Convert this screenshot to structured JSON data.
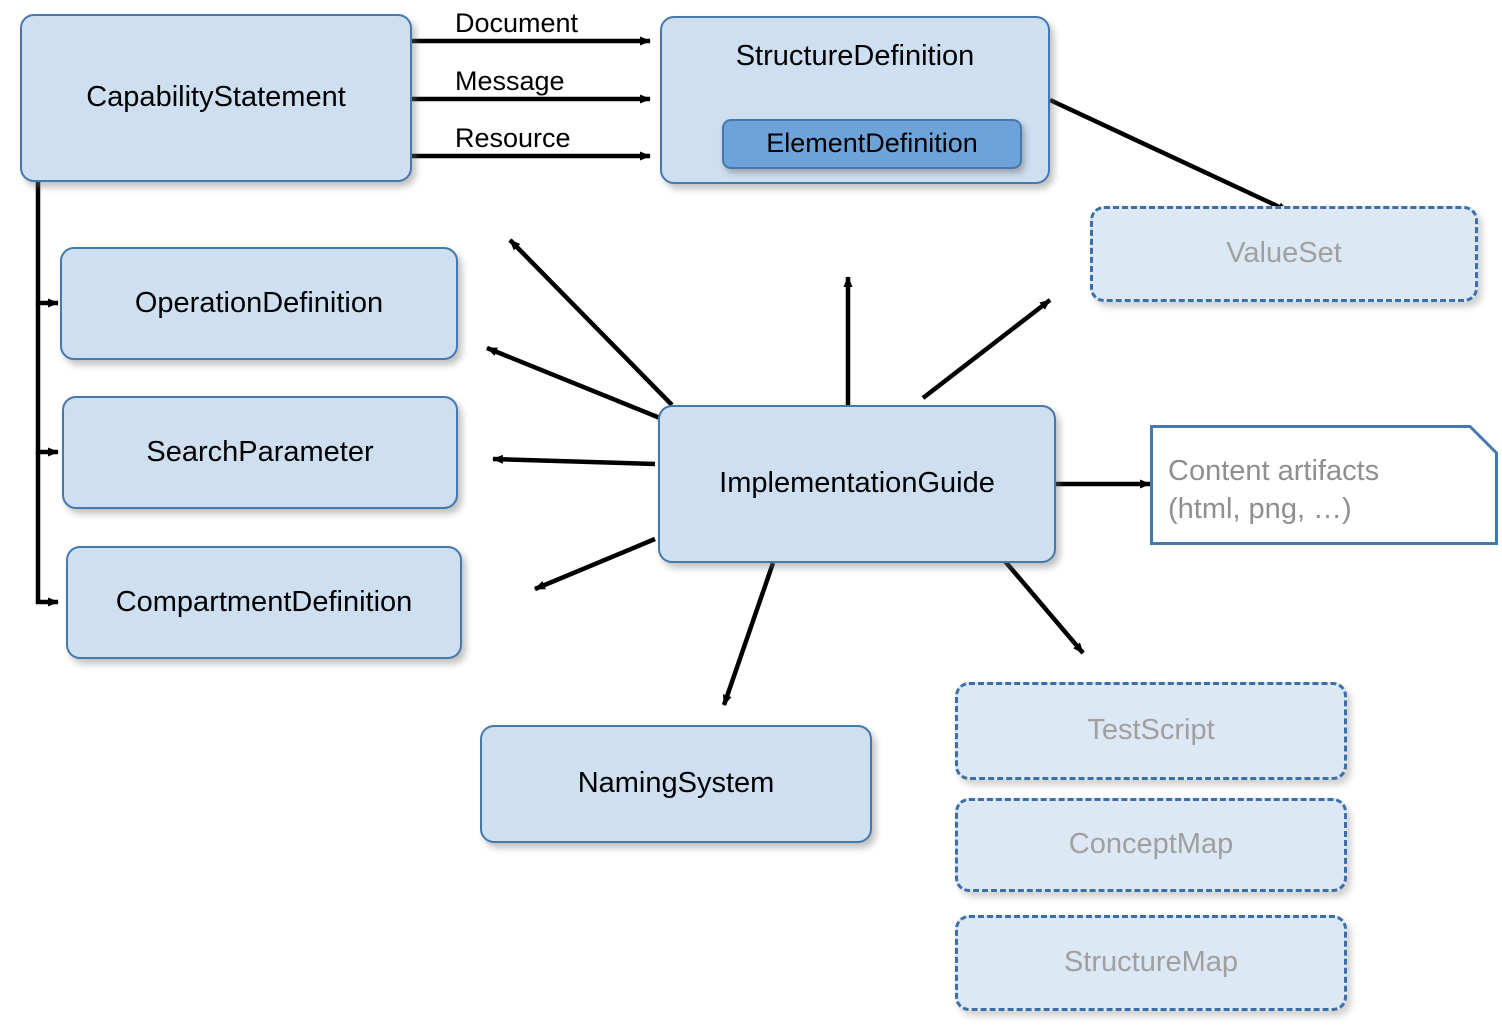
{
  "diagram": {
    "title": "FHIR conformance and implementation guide resource relationships",
    "colors": {
      "node_fill": "#cddff0",
      "node_border": "#4578ad",
      "nested_fill": "#6ea3d9",
      "ghost_fill": "#dde8f5",
      "ghost_border": "#3c6fa8",
      "ghost_text": "#a0a0a0",
      "note_text": "#8f8f8f",
      "arrow": "#000000",
      "background": "#ffffff"
    }
  },
  "nodes": {
    "capability_statement": {
      "label": "CapabilityStatement"
    },
    "structure_definition": {
      "label": "StructureDefinition"
    },
    "element_definition": {
      "label": "ElementDefinition"
    },
    "value_set": {
      "label": "ValueSet"
    },
    "operation_definition": {
      "label": "OperationDefinition"
    },
    "search_parameter": {
      "label": "SearchParameter"
    },
    "compartment_definition": {
      "label": "CompartmentDefinition"
    },
    "implementation_guide": {
      "label": "ImplementationGuide"
    },
    "naming_system": {
      "label": "NamingSystem"
    },
    "content_artifacts": {
      "label": "Content artifacts\n(html, png, …)"
    },
    "test_script": {
      "label": "TestScript"
    },
    "concept_map": {
      "label": "ConceptMap"
    },
    "structure_map": {
      "label": "StructureMap"
    }
  },
  "edge_labels": {
    "document": "Document",
    "message": "Message",
    "resource": "Resource"
  },
  "edges": [
    {
      "from": "capability_statement",
      "to": "structure_definition",
      "label": "Document"
    },
    {
      "from": "capability_statement",
      "to": "structure_definition",
      "label": "Message"
    },
    {
      "from": "capability_statement",
      "to": "structure_definition",
      "label": "Resource"
    },
    {
      "from": "capability_statement",
      "to": "operation_definition",
      "label": ""
    },
    {
      "from": "capability_statement",
      "to": "search_parameter",
      "label": ""
    },
    {
      "from": "capability_statement",
      "to": "compartment_definition",
      "label": ""
    },
    {
      "from": "structure_definition",
      "to": "value_set",
      "label": ""
    },
    {
      "from": "implementation_guide",
      "to": "operation_definition",
      "label": ""
    },
    {
      "from": "implementation_guide",
      "to": "search_parameter",
      "label": ""
    },
    {
      "from": "implementation_guide",
      "to": "compartment_definition",
      "label": ""
    },
    {
      "from": "implementation_guide",
      "to": "capability_statement",
      "label": ""
    },
    {
      "from": "implementation_guide",
      "to": "structure_definition",
      "label": ""
    },
    {
      "from": "implementation_guide",
      "to": "value_set",
      "label": ""
    },
    {
      "from": "implementation_guide",
      "to": "content_artifacts",
      "label": ""
    },
    {
      "from": "implementation_guide",
      "to": "naming_system",
      "label": ""
    },
    {
      "from": "implementation_guide",
      "to": "concept_map",
      "label": ""
    }
  ]
}
